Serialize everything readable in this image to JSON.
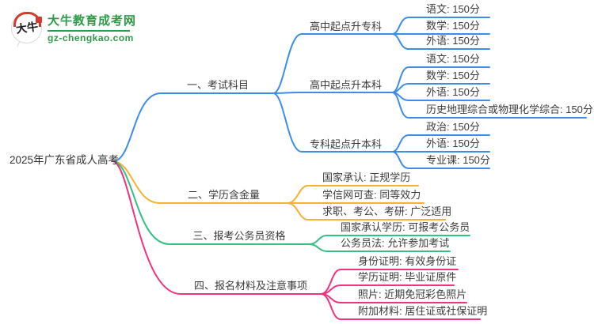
{
  "logo": {
    "badge_text": "大牛",
    "site_name": "大牛教育成考网",
    "site_url": "gz-chengkao.com",
    "brand_green": "#2d9a47",
    "brand_red": "#d43a2f"
  },
  "root_label": "2025年广东省成人高考",
  "colors": {
    "branch1": "#3d8de8",
    "branch2": "#f7b131",
    "branch3": "#35bf85",
    "branch4": "#f0327f",
    "text": "#3b3b3b"
  },
  "branches": [
    {
      "label": "一、考试科目",
      "color": "#3d8de8",
      "groups": [
        {
          "label": "高中起点升专科",
          "items": [
            "语文: 150分",
            "数学: 150分",
            "外语: 150分"
          ]
        },
        {
          "label": "高中起点升本科",
          "items": [
            "语文: 150分",
            "数学: 150分",
            "外语: 150分",
            "历史地理综合或物理化学综合: 150分"
          ]
        },
        {
          "label": "专科起点升本科",
          "items": [
            "政治: 150分",
            "外语: 150分",
            "专业课: 150分"
          ]
        }
      ]
    },
    {
      "label": "二、学历含金量",
      "color": "#f7b131",
      "items": [
        "国家承认: 正规学历",
        "学信网可查: 同等效力",
        "求职、考公、考研: 广泛适用"
      ]
    },
    {
      "label": "三、报考公务员资格",
      "color": "#35bf85",
      "items": [
        "国家承认学历: 可报考公务员",
        "公务员法: 允许参加考试"
      ]
    },
    {
      "label": "四、报名材料及注意事项",
      "color": "#f0327f",
      "items": [
        "身份证明: 有效身份证",
        "学历证明: 毕业证原件",
        "照片: 近期免冠彩色照片",
        "附加材料: 居住证或社保证明"
      ]
    }
  ]
}
